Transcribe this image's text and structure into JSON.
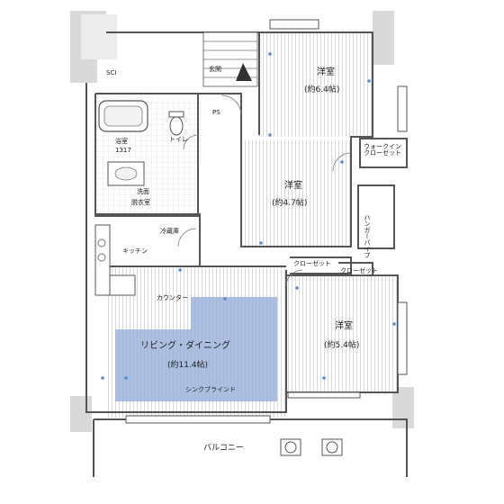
{
  "rooms": {
    "western_1": {
      "name": "洋室",
      "size": "(約6.4帖)"
    },
    "western_2": {
      "name": "洋室",
      "size": "(約4.7帖)"
    },
    "western_3": {
      "name": "洋室",
      "size": "(約5.4帖)"
    },
    "ldk": {
      "name": "リビング・ダイニング",
      "size": "(約11.4帖)"
    },
    "bath": {
      "name": "浴室",
      "size": "1317"
    },
    "washroom": {
      "name": "洗面",
      "sub": "脱衣室"
    },
    "kitchen": {
      "name": "キッチン"
    },
    "balcony": {
      "name": "バルコニー"
    }
  },
  "storage": {
    "wic": "ウォークイン\nクローゼット",
    "closet_a": "クローゼット",
    "closet_b": "クローゼット",
    "shoe": "SCI",
    "entrance": "玄関",
    "toilet": "トイレ",
    "pantry": "PS",
    "fridge": "冷蔵庫"
  },
  "fixtures": {
    "kitchen_counter": "カウンター",
    "hanger": "ハンガーパイプ",
    "ldk_rail": "シンクブラインド"
  }
}
